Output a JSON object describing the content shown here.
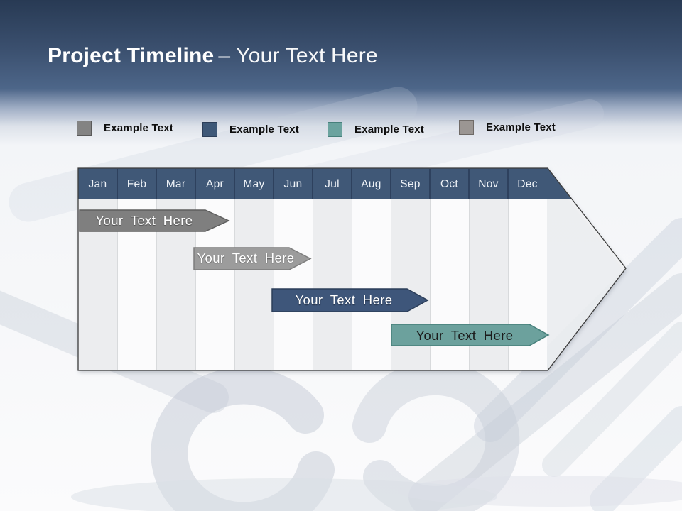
{
  "slide": {
    "title_bold": "Project Timeline",
    "title_light": "– Your Text Here"
  },
  "legend": {
    "items": [
      {
        "label": "Example Text",
        "color": "#838383",
        "border_color": "#5a5a5a"
      },
      {
        "label": "Example Text",
        "color": "#3e5878",
        "border_color": "#2c3e59"
      },
      {
        "label": "Example Text",
        "color": "#6ba39f",
        "border_color": "#46807b"
      },
      {
        "label": "Example Text",
        "color": "#9b9693",
        "border_color": "#6f6a67"
      }
    ]
  },
  "chart_data": {
    "type": "gantt-timeline",
    "title": "Project Timeline – Your Text Here",
    "categories": [
      "Jan",
      "Feb",
      "Mar",
      "Apr",
      "May",
      "Jun",
      "Jul",
      "Aug",
      "Sep",
      "Oct",
      "Nov",
      "Dec"
    ],
    "header_color": "#405877",
    "axis_range": [
      "Jan",
      "Dec"
    ],
    "grid": "alternating-month-columns",
    "bars": [
      {
        "label": "Your Text Here",
        "row": 1,
        "start_month": "Jan",
        "end_month": "Apr",
        "color": "#7f7f7f",
        "border_color": "#5f5f5f",
        "text_color": "#ffffff"
      },
      {
        "label": "Your Text Here",
        "row": 2,
        "start_month": "Apr",
        "end_month": "Jun",
        "color": "#9c9c9c",
        "border_color": "#7d7d7d",
        "text_color": "#ffffff"
      },
      {
        "label": "Your Text Here",
        "row": 3,
        "start_month": "Jun",
        "end_month": "Sep",
        "color": "#3e567a",
        "border_color": "#2c3e59",
        "text_color": "#ffffff"
      },
      {
        "label": "Your Text Here",
        "row": 4,
        "start_month": "Sep",
        "end_month": "Dec",
        "color": "#6ca19d",
        "border_color": "#46807b",
        "text_color": "#1b1b1b"
      }
    ]
  }
}
